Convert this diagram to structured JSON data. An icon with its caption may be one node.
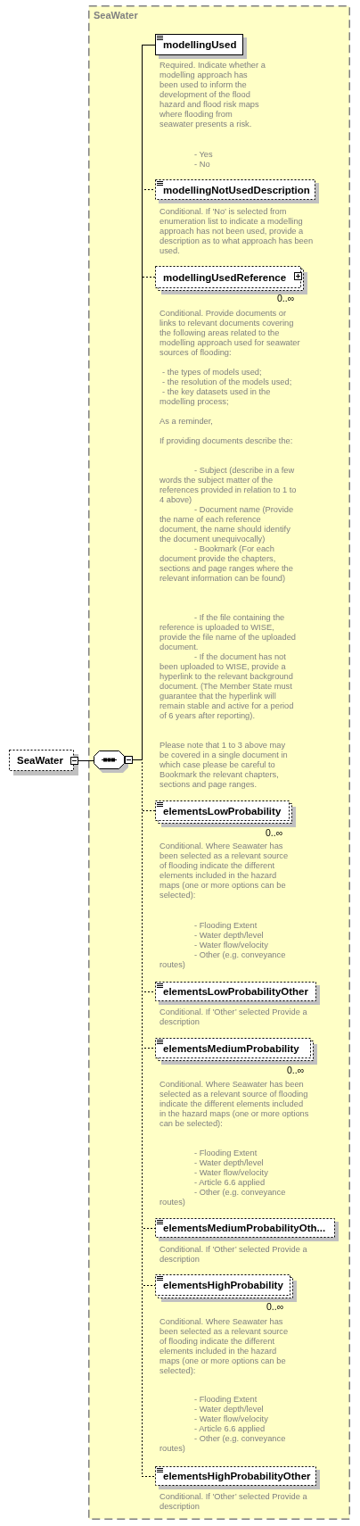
{
  "diagram": {
    "nodes": [
      {
        "text": [
          "SeaWater"
        ]
      },
      {
        "text": [
          "SeaWater"
        ]
      },
      {
        "text": [],
        "shape": "octagon",
        "in": 1
      },
      {
        "text": [
          "modellingUsed"
        ],
        "in": 1,
        "beside": [
          "Required. Indicate whether a modelling approach has been used to inform the development of the flood hazard and flood risk maps where flooding from seawater presents a risk.",
          "- Yes",
          "- No"
        ]
      },
      {
        "text": [
          "modellingNotUsedDescription"
        ],
        "in": 1,
        "beside": [
          "Conditional. If 'No’ is selected from enumeration list to indicate a modelling approach has not been used, provide a description as to what approach has been used."
        ]
      },
      {
        "text": [
          "modellingUsedReference"
        ],
        "in": 1,
        "beside": [
          "0..∞",
          "Conditional. Provide documents or links to relevant documents covering the following areas related to the modelling approach used for seawater sources of flooding:",
          "- the types of models used;",
          "- the resolution of the models used;",
          "- the key datasets used in the modelling process;",
          "As a reminder,",
          "If providing documents describe the:",
          "- Subject (describe in a few words the subject matter of the references provided in relation to 1 to 4 above)",
          "- Document name (Provide the name of each reference document, the name should identify the document unequivocally)",
          "- Bookmark (For each document provide the chapters, sections and page ranges where the relevant information can be found)",
          "- If the file containing the reference is uploaded to WISE, provide the file name of the uploaded document.",
          "- If the document has not been uploaded to WISE, provide a hyperlink to the relevant background document. (The Member State must guarantee that the hyperlink will remain stable and active for a period of 6 years after reporting)."
        ]
      },
      {
        "text": [
          "elementsLowProbability"
        ],
        "in": 1,
        "beside": [
          "0..∞",
          "Conditional. Where Seawater has been selected as a relevant source of flooding indicate the different elements included in the hazard maps (one or more options can be selected):",
          "- Flooding Extent",
          "- Water depth/level",
          "- Water flow/velocity",
          "- Other (e.g. conveyance routes)"
        ]
      },
      {
        "text": [
          "elementsLowProbabilityOther"
        ],
        "in": 1,
        "beside": [
          "Conditional. If 'Other’ selected Provide a description"
        ]
      },
      {
        "text": [
          "elementsMediumProbability"
        ],
        "in": 1,
        "beside": [
          "0..∞",
          "Conditional. Where Seawater has been selected as a relevant source of flooding indicate the different elements included in the hazard maps (one or more options can be selected):",
          "- Flooding Extent",
          "- Water depth/level",
          "- Water flow/velocity",
          "- Article 6.6 applied",
          "- Other (e.g. conveyance routes)"
        ]
      },
      {
        "text": [
          "elementsMediumProbabilityOth..."
        ],
        "in": 1,
        "beside": [
          "Conditional. If 'Other’ selected Provide a description"
        ]
      },
      {
        "text": [
          "elementsHighProbability"
        ],
        "in": 1,
        "beside": [
          "0..∞",
          "Conditional. Where Seawater has been selected as a relevant source of flooding indicate the different elements included in the hazard maps (one or more options can be selected):",
          "- Flooding Extent",
          "- Water depth/level",
          "- Water flow/velocity",
          "- Article 6.6 applied",
          "- Other (e.g. conveyance routes)"
        ]
      },
      {
        "text": [
          "elementsHighProbabilityOther"
        ],
        "in": 1,
        "beside": [
          "Conditional. If 'Other’ selected Provide a description"
        ]
      }
    ],
    "edges": [
      {
        "from": 0,
        "to": 2,
        "arrow": "none"
      },
      {
        "from": 2,
        "to": 3,
        "arrow": "none"
      },
      {
        "from": 2,
        "to": 4,
        "arrow": "none",
        "style": "dashed"
      },
      {
        "from": 2,
        "to": 5,
        "arrow": "none",
        "style": "dashed"
      },
      {
        "from": 2,
        "to": 6,
        "arrow": "none",
        "style": "dashed"
      },
      {
        "from": 2,
        "to": 7,
        "arrow": "none",
        "style": "dashed"
      },
      {
        "from": 2,
        "to": 8,
        "arrow": "none",
        "style": "dashed"
      },
      {
        "from": 2,
        "to": 9,
        "arrow": "none",
        "style": "dashed"
      },
      {
        "from": 2,
        "to": 10,
        "arrow": "none",
        "style": "dashed"
      },
      {
        "from": 2,
        "to": 11,
        "arrow": "none",
        "style": "dashed"
      }
    ],
    "labels": [
      "Please note that 1 to 3 above may be covered in a single document in which case please be careful to Bookmark the relevant chapters, sections and page ranges."
    ]
  }
}
